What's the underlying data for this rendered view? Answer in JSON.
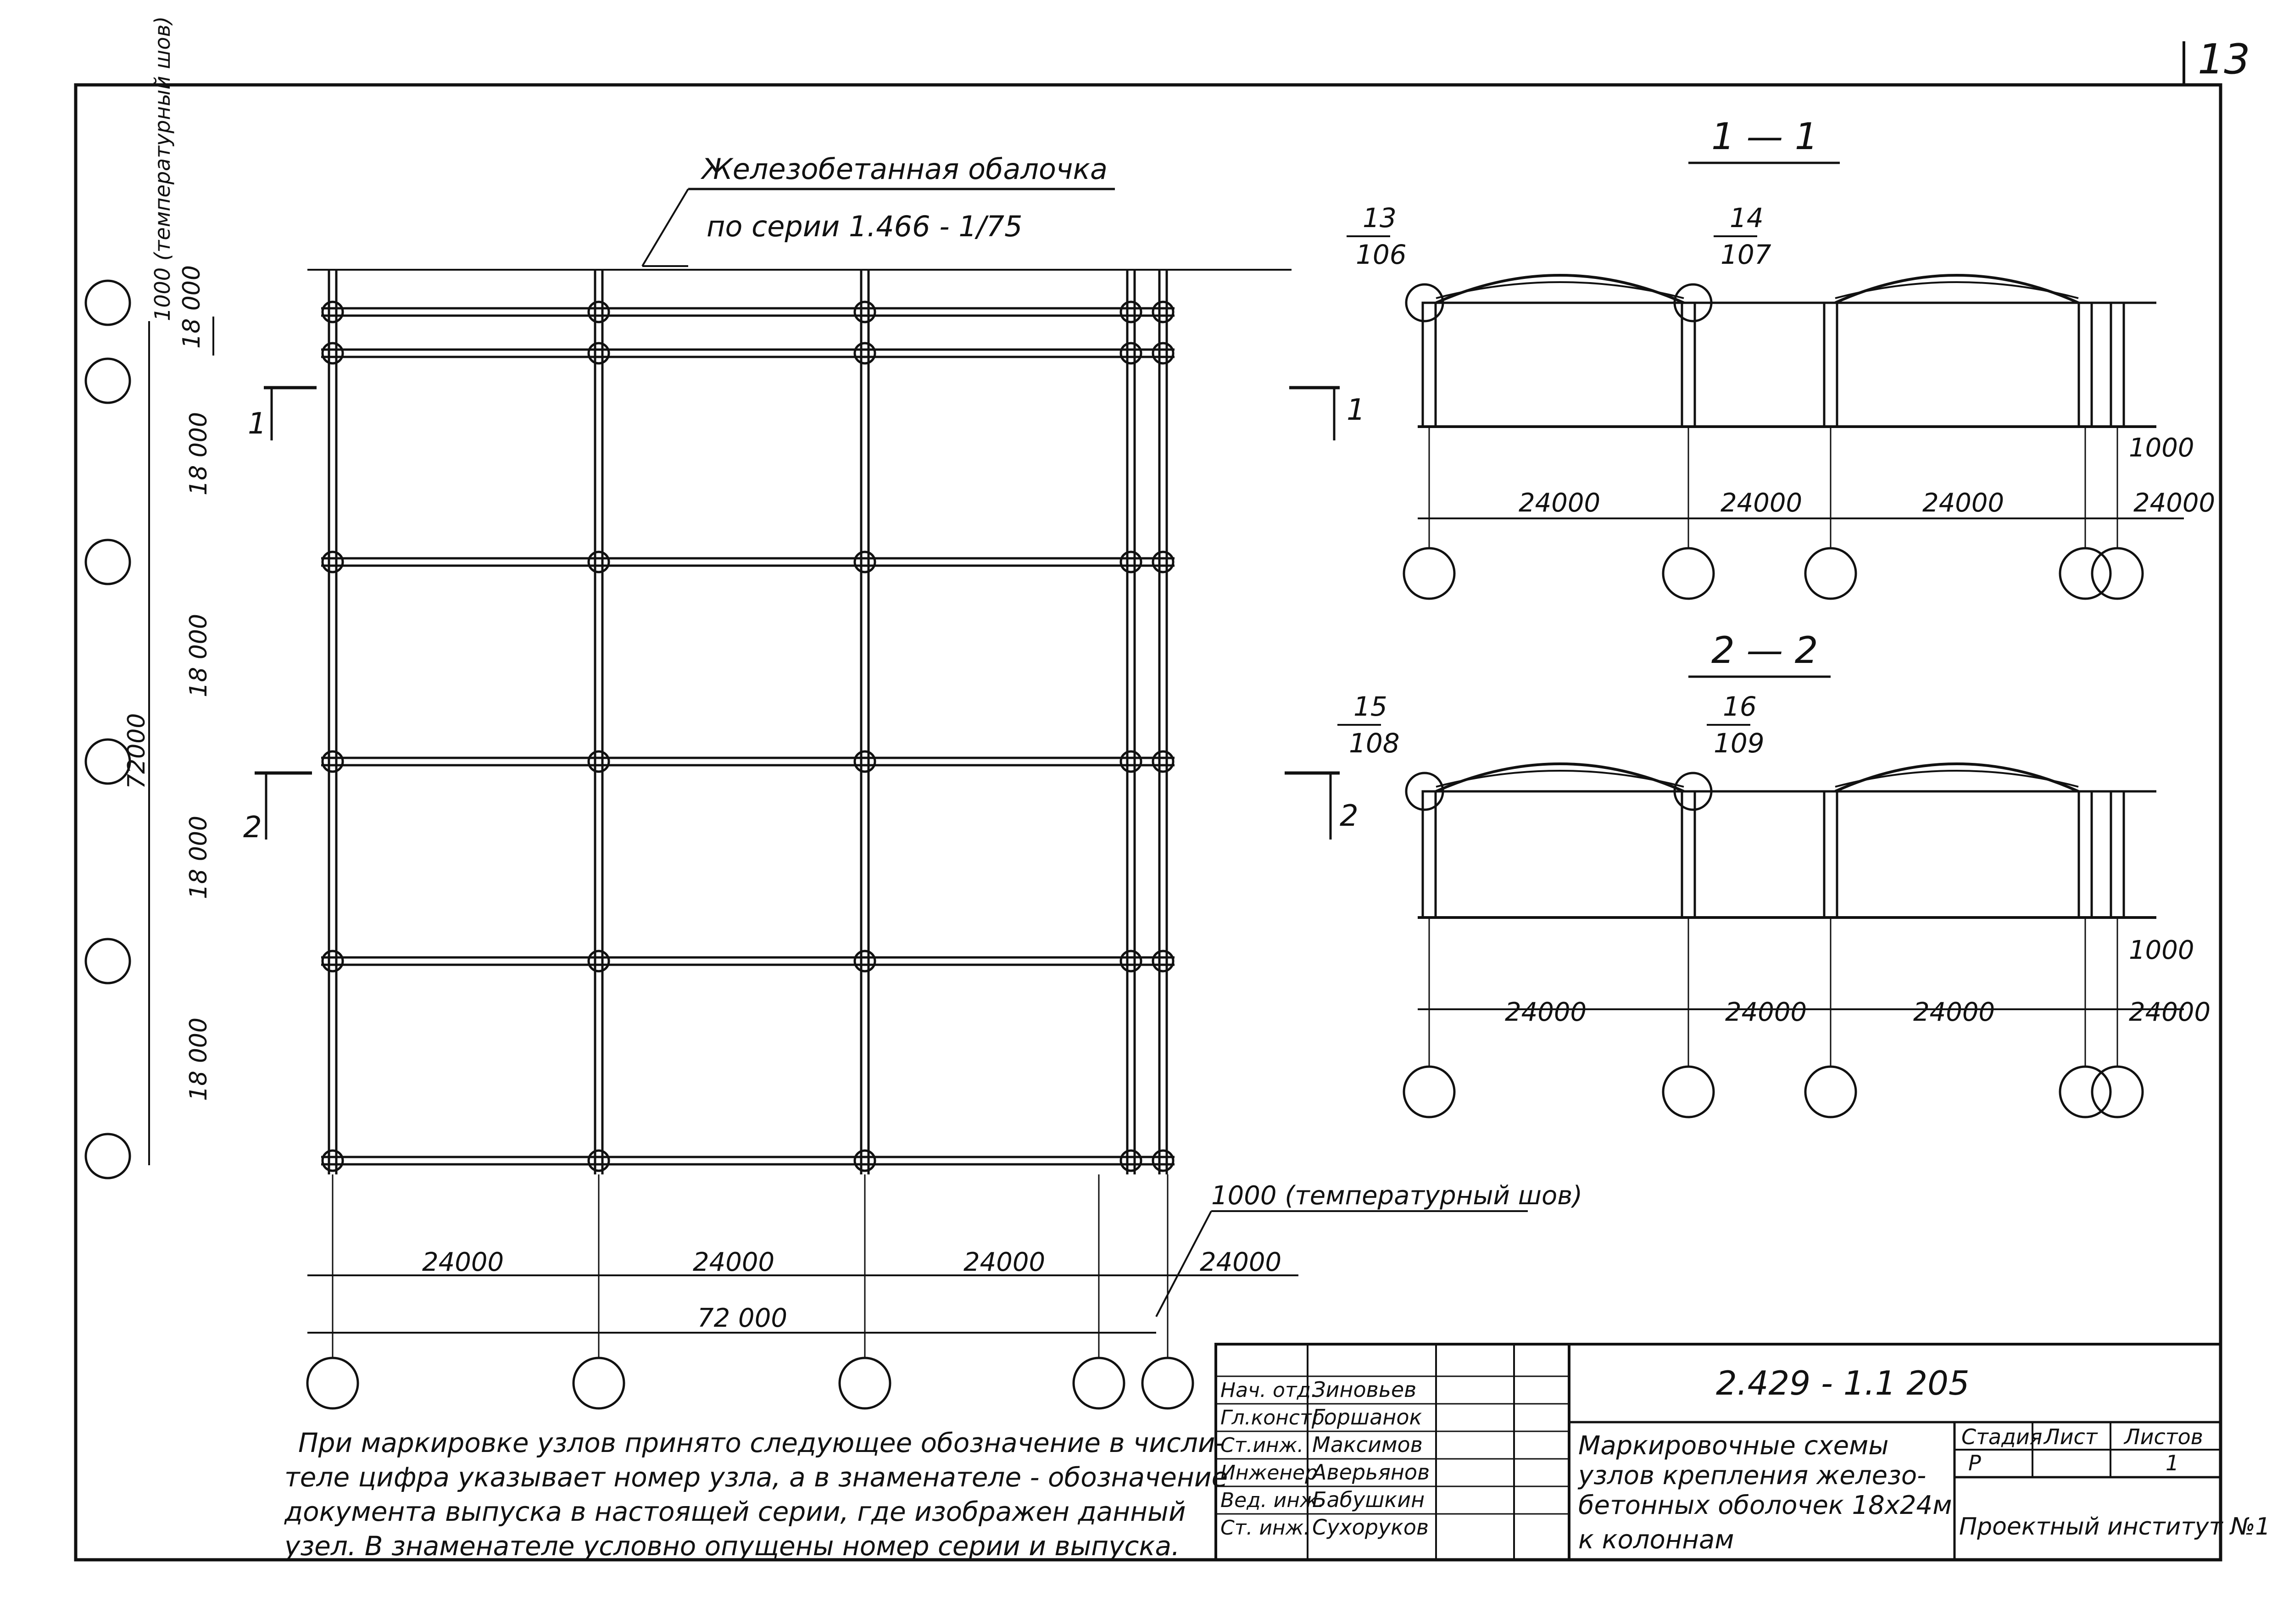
{
  "sheet_number": "13",
  "plan": {
    "title_line1": "Железобетанная обалочка",
    "title_line2": "по серии  1.466 - 1/75",
    "dim_vert_top": "18 000",
    "dim_vert_seam": "1000 (температурный шов)",
    "dim_vert": [
      "18 000",
      "18 000",
      "18 000",
      "18 000"
    ],
    "dim_vert_total": "72000",
    "dim_horiz": [
      "24000",
      "24000",
      "24000",
      "24000"
    ],
    "dim_horiz_total": "72 000",
    "dim_horiz_seam": "1000 (температурный шов)",
    "section_marks": [
      "1",
      "1",
      "2",
      "2"
    ]
  },
  "section_1": {
    "title": "1 — 1",
    "node_a_num": "13",
    "node_a_doc": "106",
    "node_b_num": "14",
    "node_b_doc": "107",
    "dims": [
      "24000",
      "24000",
      "24000",
      "24000"
    ],
    "seam": "1000"
  },
  "section_2": {
    "title": "2 — 2",
    "node_a_num": "15",
    "node_a_doc": "108",
    "node_b_num": "16",
    "node_b_doc": "109",
    "dims": [
      "24000",
      "24000",
      "24000",
      "24000"
    ],
    "seam": "1000"
  },
  "note": [
    "При маркировке узлов принято следующее обозначение  в числи-",
    "теле цифра указывает номер узла, а в знаменателе - обозначение",
    "документа  выпуска  в настоящей серии, где изображен данный",
    "узел.  В знаменателе условно опущены номер серии и выпуска."
  ],
  "title_block": {
    "code": "2.429 - 1.1 205",
    "staff": [
      {
        "role": "Нач. отд.",
        "name": "Зиновьев"
      },
      {
        "role": "Гл.констр.",
        "name": "Горшанок"
      },
      {
        "role": "Ст.инж.",
        "name": "Максимов"
      },
      {
        "role": "Инженер",
        "name": "Аверьянов"
      },
      {
        "role": "Вед. инж.",
        "name": "Бабушкин"
      },
      {
        "role": "Ст. инж.",
        "name": "Сухоруков"
      }
    ],
    "description": [
      "Маркировочные  схемы",
      "узлов крепления железо-",
      "бетонных  оболочек 18х24м",
      "к колоннам"
    ],
    "stage_label": "Стадия",
    "sheet_label": "Лист",
    "sheets_label": "Листов",
    "stage_value": "Р",
    "sheet_value": "",
    "sheets_value": "1",
    "organization": "Проектный институт №1"
  }
}
